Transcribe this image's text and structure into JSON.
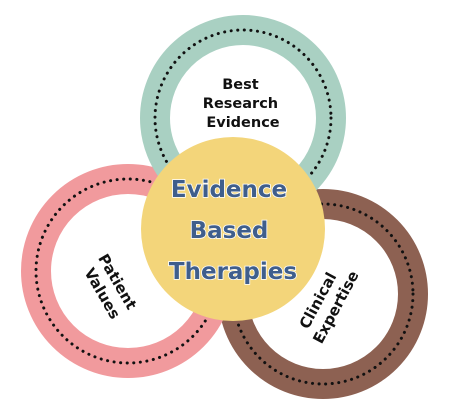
{
  "diagram": {
    "center": {
      "lines": [
        "Evidence",
        "Based",
        "Therapies"
      ]
    },
    "rings": [
      {
        "lines": [
          "Best",
          "Research",
          "Evidence"
        ]
      },
      {
        "lines": [
          "Patient",
          "Values"
        ]
      },
      {
        "lines": [
          "Clinical",
          "Expertise"
        ]
      }
    ]
  },
  "colors": {
    "top_ring": "#a9d0c2",
    "left_ring": "#f19a9d",
    "right_ring": "#8d6152",
    "center_fill": "#f3d57a",
    "center_text": "#3f5e8c",
    "dots": "#111111",
    "label_text": "#111111"
  }
}
